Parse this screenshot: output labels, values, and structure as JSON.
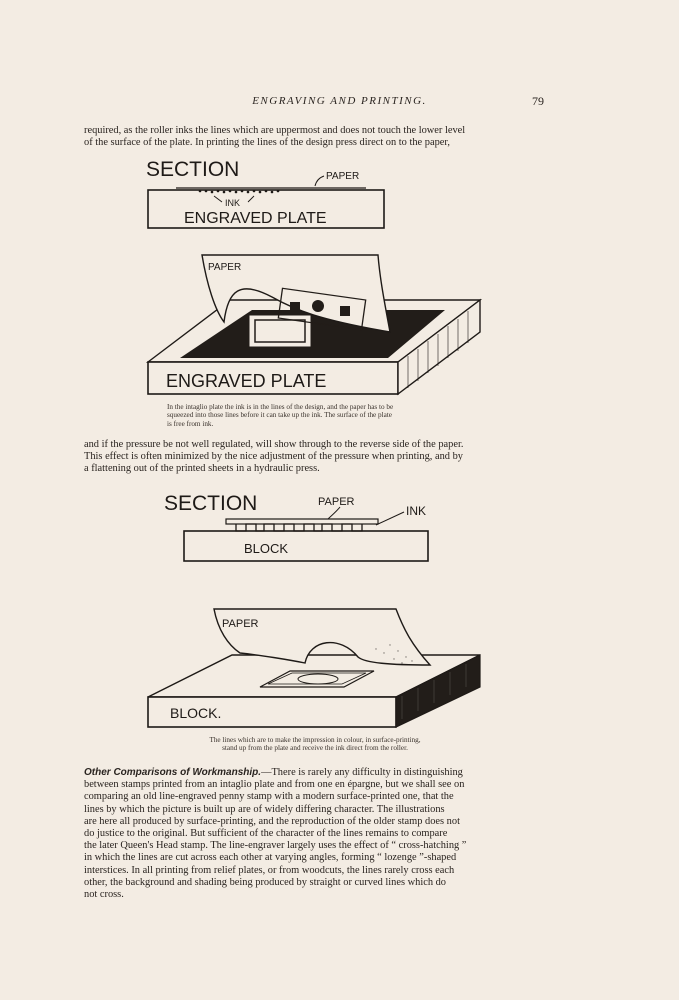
{
  "running_head": "ENGRAVING AND PRINTING.",
  "page_number": "79",
  "para1": [
    "required, as the roller inks the lines which are uppermost and does not touch the lower level",
    "of the surface of the plate.  In printing the lines of the design press direct on to the paper,"
  ],
  "fig1": {
    "section_label": "SECTION",
    "paper_label": "PAPER",
    "ink_label": "INK",
    "plate_label": "ENGRAVED PLATE"
  },
  "fig2": {
    "paper_label": "PAPER",
    "plate_label": "ENGRAVED PLATE"
  },
  "caption1": [
    "In the intaglio plate the ink is in the lines of the design, and the paper has to be",
    "squeezed into those lines before it can take up the ink.  The surface of the plate",
    "is free from ink."
  ],
  "para2": [
    "and if the pressure be not well regulated, will show through to the reverse side of the paper.",
    "This effect is often minimized by the nice adjustment of the pressure when printing, and by",
    "a flattening out of the printed sheets in a hydraulic press."
  ],
  "fig3": {
    "section_label": "SECTION",
    "paper_label": "PAPER",
    "ink_label": "INK",
    "block_label": "BLOCK"
  },
  "fig4": {
    "paper_label": "PAPER",
    "block_label": "BLOCK."
  },
  "caption2": [
    "The lines which are to make the impression in colour, in surface-printing,",
    "stand up from the plate and receive the ink direct from the roller."
  ],
  "para3": {
    "heading": "Other Comparisons of Workmanship.",
    "lines": [
      "—There is rarely any difficulty in distinguishing",
      "between stamps printed from an intaglio plate and from one en épargne, but we shall see on",
      "comparing an old line-engraved penny stamp with a modern surface-printed one, that the",
      "lines by which the picture is built up are of widely differing character.  The illustrations",
      "are here all produced by surface-printing, and the reproduction of the older stamp does not",
      "do justice to the original.  But sufficient of the character of the lines remains to compare",
      "the later Queen's Head stamp.  The line-engraver largely uses the effect of “ cross-hatching ”",
      "in which the lines are cut across each other at varying angles, forming “ lozenge ”-shaped",
      "interstices.  In all printing from relief plates, or from woodcuts, the lines rarely cross each",
      "other, the background and shading being produced by straight or curved lines which do",
      "not cross."
    ]
  }
}
